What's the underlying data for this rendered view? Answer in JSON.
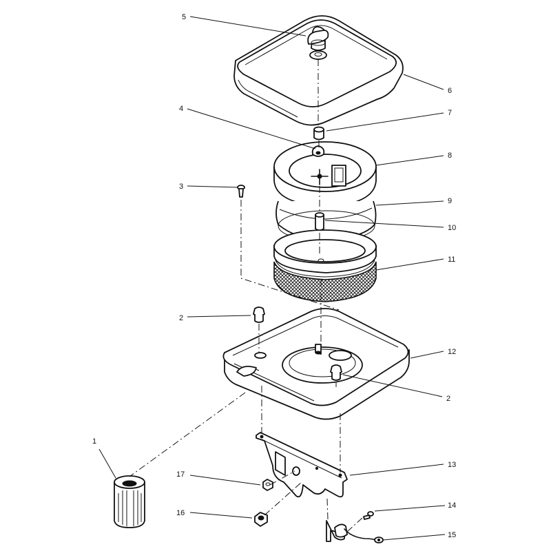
{
  "callouts": {
    "c1": "1",
    "c2a": "2",
    "c2b": "2",
    "c3": "3",
    "c4": "4",
    "c5": "5",
    "c6": "6",
    "c7": "7",
    "c8": "8",
    "c9": "9",
    "c10": "10",
    "c11": "11",
    "c12": "12",
    "c13": "13",
    "c14": "14",
    "c15": "15",
    "c16": "16",
    "c17": "17"
  }
}
